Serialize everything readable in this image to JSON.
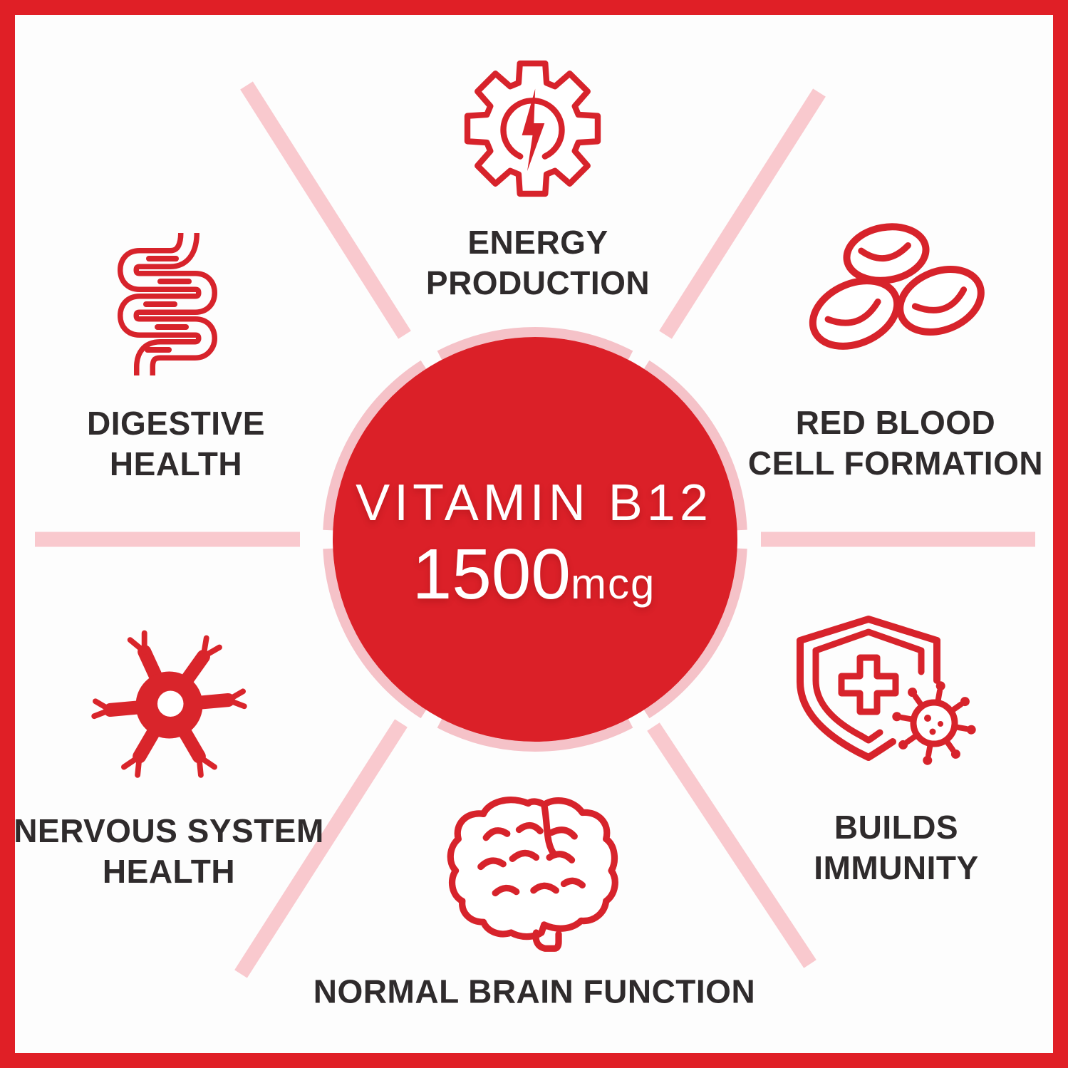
{
  "center_badge": {
    "title": "VITAMIN B12",
    "dose": "1500",
    "unit": "mcg"
  },
  "benefits": [
    {
      "name": "energy-production",
      "icon": "gear-lightning-icon",
      "lines": [
        "ENERGY",
        "PRODUCTION"
      ]
    },
    {
      "name": "red-blood-cell-formation",
      "icon": "red-blood-cells-icon",
      "lines": [
        "RED BLOOD",
        "CELL FORMATION"
      ]
    },
    {
      "name": "builds-immunity",
      "icon": "shield-virus-icon",
      "lines": [
        "BUILDS",
        "IMMUNITY"
      ]
    },
    {
      "name": "normal-brain-function",
      "icon": "brain-icon",
      "lines": [
        "NORMAL BRAIN FUNCTION"
      ]
    },
    {
      "name": "nervous-system-health",
      "icon": "neuron-icon",
      "lines": [
        "NERVOUS SYSTEM",
        "HEALTH"
      ]
    },
    {
      "name": "digestive-health",
      "icon": "intestines-icon",
      "lines": [
        "DIGESTIVE",
        "HEALTH"
      ]
    }
  ],
  "colors": {
    "frame_red": "#E01F26",
    "circle_red": "#DB2028",
    "icon_red": "#D7232B",
    "ring_pink": "#F5C2C8",
    "spoke_pink": "#F9C9CE",
    "label_dark": "#2F2B2C"
  }
}
